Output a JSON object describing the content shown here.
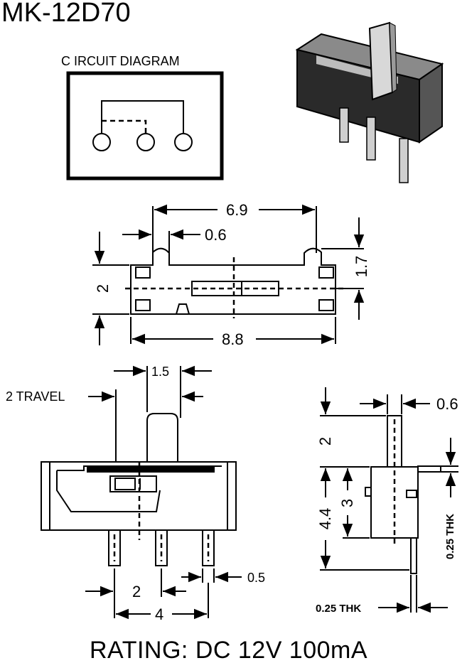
{
  "title": "MK-12D70",
  "circuit_diagram": {
    "label": "C IRCUIT DIAGRAM"
  },
  "top_view": {
    "dim_overall_top": "6.9",
    "dim_slot": "0.6",
    "dim_height_right": "1.7",
    "dim_height_left": "2",
    "dim_overall_bottom": "8.8"
  },
  "front_view": {
    "dim_actuator": "1.5",
    "travel_label": "2 TRAVEL",
    "dim_pin_width": "0.5",
    "dim_pin_pitch": "2",
    "dim_pin_span": "4"
  },
  "side_view": {
    "dim_actuator_thk": "0.6",
    "dim_actuator_h": "2",
    "dim_body_h": "4.4",
    "dim_body_inner": "3",
    "dim_tab_thk": "0.25 THK",
    "dim_pin_thk": "0.25 THK"
  },
  "rating": "RATING: DC 12V 100mA"
}
